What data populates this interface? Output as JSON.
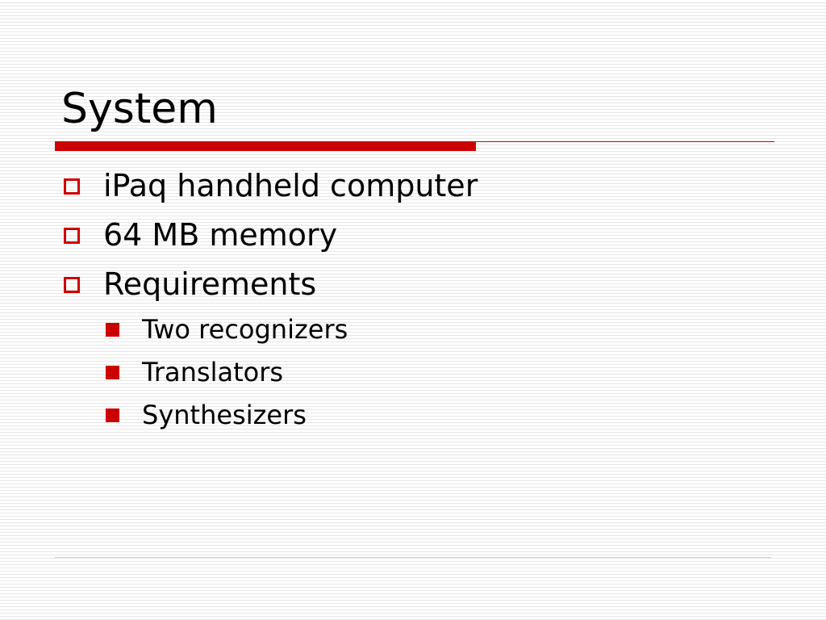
{
  "title": "System",
  "bullets": [
    {
      "text": "iPaq handheld computer"
    },
    {
      "text": "64 MB memory"
    },
    {
      "text": "Requirements"
    }
  ],
  "sub_bullets": [
    {
      "text": "Two recognizers"
    },
    {
      "text": "Translators"
    },
    {
      "text": "Synthesizers"
    }
  ],
  "colors": {
    "accent": "#cc0000",
    "background": "#ffffff",
    "stripe": "#e6e6e6",
    "text": "#000000"
  },
  "icons": {
    "level1_bullet": "hollow-square-icon",
    "level2_bullet": "filled-square-icon"
  }
}
